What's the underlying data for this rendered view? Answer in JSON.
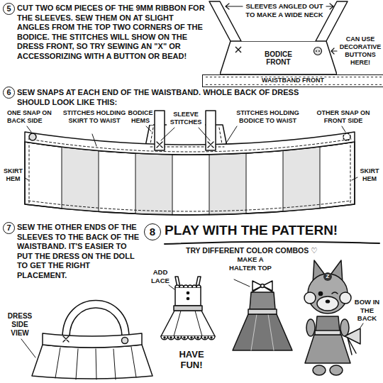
{
  "diagram": {
    "nodes": [
      {
        "text": [
          "5"
        ]
      },
      {
        "text": [
          "BODICE FRONT"
        ]
      },
      {
        "text": [
          "WAISTBAND FRONT"
        ]
      },
      {
        "text": [
          "6"
        ]
      },
      {
        "text": [
          "7"
        ]
      },
      {
        "text": [
          "8"
        ]
      }
    ],
    "labels": [
      "CUT TWO 6CM PIECES OF THE 9MM RIBBON FOR THE SLEEVES. SEW THEM ON AT SLIGHT ANGLES FROM THE TOP TWO CORNERS OF THE BODICE. THE STITCHES WILL SHOW ON THE DRESS FRONT, SO TRY SEWING AN \"X\" OR ACCESSORIZING WITH A BUTTON OR BEAD!",
      "SLEEVES ANGLED OUT TO MAKE A WIDE NECK",
      "CAN USE DECORATIVE BUTTONS HERE!",
      "SEW SNAPS AT EACH END OF THE WAISTBAND. WHOLE BACK OF DRESS SHOULD LOOK LIKE THIS:",
      "ONE SNAP ON BACK SIDE",
      "STITCHES HOLDING SKIRT TO WAIST",
      "BODICE HEMS",
      "SLEEVE STITCHES",
      "STITCHES HOLDING BODICE TO WAIST",
      "OTHER SNAP ON FRONT SIDE",
      "SKIRT HEM",
      "SKIRT HEM",
      "SEW THE OTHER ENDS OF THE SLEEVES TO THE BACK OF THE WAISTBAND. IT'S EASIER TO PUT THE DRESS ON THE DOLL TO GET THE RIGHT PLACEMENT.",
      "PLAY WITH THE PATTERN!",
      "TRY DIFFERENT COLOR COMBOS ♡",
      "ADD LACE",
      "MAKE A HALTER TOP",
      "DRESS SIDE VIEW",
      "Z",
      "BOW IN THE BACK",
      "HAVE FUN!"
    ]
  }
}
